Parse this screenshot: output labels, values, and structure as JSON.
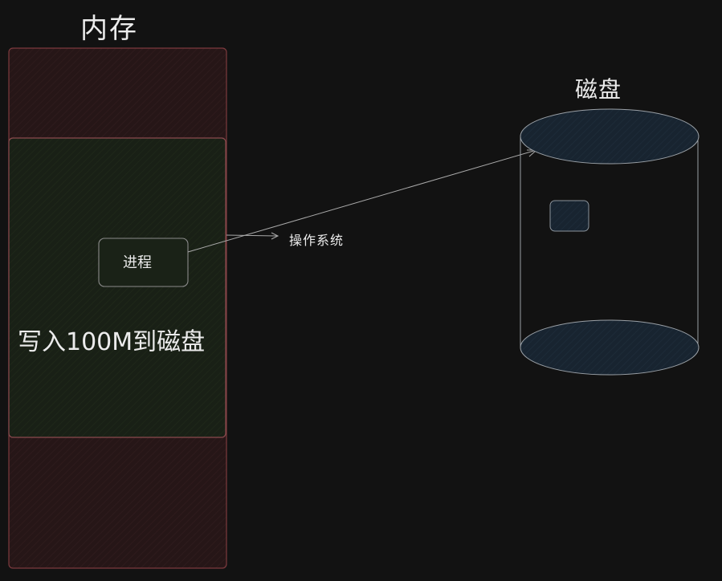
{
  "memory": {
    "title": "内存",
    "fill_color": "#281718",
    "border_color": "#7c3a3e"
  },
  "process_region": {
    "fill_color": "#1a2217",
    "border_color": "#8a4a4e",
    "caption": "写入100M到磁盘"
  },
  "process": {
    "label": "进程"
  },
  "os_arrow": {
    "label": "操作系统"
  },
  "disk": {
    "title": "磁盘",
    "fill_color": "#1a2633",
    "line_color": "#9aa0a6"
  },
  "colors": {
    "background": "#121212",
    "text": "#ececec",
    "arrow": "#a9a9a9"
  }
}
